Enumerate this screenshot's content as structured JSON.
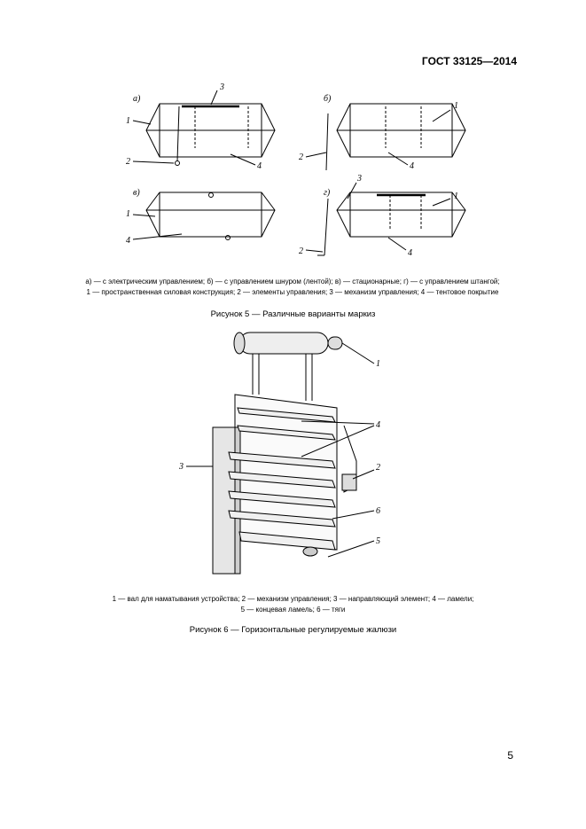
{
  "header": {
    "standard": "ГОСТ 33125—2014"
  },
  "figure5": {
    "panels": [
      {
        "letter": "а)",
        "callouts": [
          "1",
          "2",
          "3",
          "4"
        ]
      },
      {
        "letter": "б)",
        "callouts": [
          "1",
          "2",
          "4"
        ]
      },
      {
        "letter": "в)",
        "callouts": [
          "1",
          "4"
        ]
      },
      {
        "letter": "г)",
        "callouts": [
          "1",
          "2",
          "3",
          "4"
        ]
      }
    ],
    "caption_line1": "а) — с электрическим управлением; б) — с управлением шнуром (лентой); в) — стационарные; г) — с управлением штангой;",
    "caption_line2": "1 — пространственная силовая конструкция; 2 — элементы управления; 3 — механизм управления; 4 — тентовое покрытие",
    "title": "Рисунок 5 — Различные варианты маркиз"
  },
  "figure6": {
    "callouts": [
      "1",
      "2",
      "3",
      "4",
      "5",
      "6"
    ],
    "caption_line1": "1 — вал для наматывания устройства; 2 — механизм управления; 3 — направляющий элемент; 4 — ламели;",
    "caption_line2": "5 — концевая ламель; 6 — тяги",
    "title": "Рисунок 6 — Горизонтальные регулируемые жалюзи"
  },
  "page_number": "5"
}
